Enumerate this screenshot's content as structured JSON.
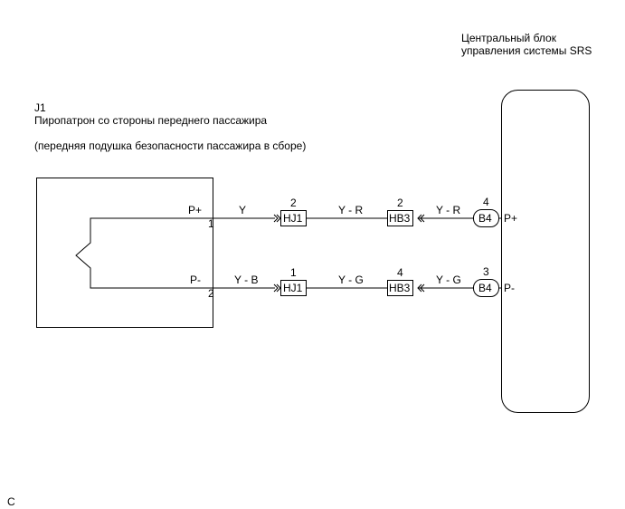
{
  "ecu": {
    "title_line1": "Центральный блок",
    "title_line2": "управления системы SRS",
    "pin_plus": "P+",
    "pin_minus": "P-"
  },
  "squib": {
    "code": "J1",
    "name": "Пиропатрон со стороны переднего пассажира",
    "assembly": "(передняя подушка безопасности пассажира в сборе)",
    "pin_plus": "P+",
    "pin_minus": "P-",
    "pin_plus_no": "1",
    "pin_minus_no": "2"
  },
  "circuits": {
    "upper": {
      "wire1": "Y",
      "conn1_name": "HJ1",
      "conn1_pin": "2",
      "wire2": "Y - R",
      "conn2_name": "HB3",
      "conn2_pin": "2",
      "wire3": "Y - R",
      "conn3_name": "B4",
      "conn3_pin": "4"
    },
    "lower": {
      "wire1": "Y - B",
      "conn1_name": "HJ1",
      "conn1_pin": "1",
      "wire2": "Y - G",
      "conn2_name": "HB3",
      "conn2_pin": "4",
      "wire3": "Y - G",
      "conn3_name": "B4",
      "conn3_pin": "3"
    }
  },
  "footer_code": "C"
}
